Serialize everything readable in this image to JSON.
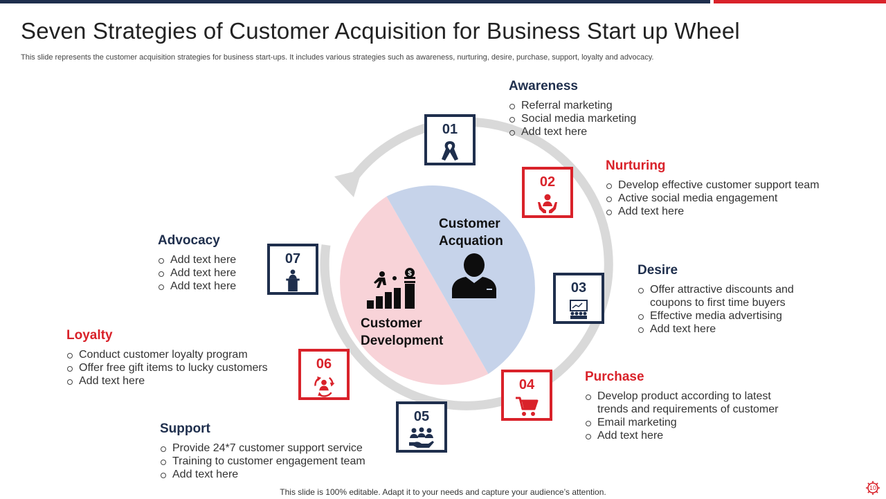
{
  "slide": {
    "title": "Seven Strategies of Customer Acquisition for Business Start up Wheel",
    "subtitle": "This slide represents the customer acquisition strategies for business start-ups. It includes various strategies such as awareness, nurturing, desire, purchase, support, loyalty and advocacy.",
    "footer": "This slide is 100% editable. Adapt it to your needs and capture your audience’s attention.",
    "page_number": "10"
  },
  "colors": {
    "navy": "#1f2f4d",
    "red": "#d9222a",
    "pie_blue": "#c6d3ea",
    "pie_pink": "#f8d3d8",
    "ring_gray": "#d9d9d9"
  },
  "center": {
    "top_label_line1": "Customer",
    "top_label_line2": "Acquation",
    "bottom_label_line1": "Customer",
    "bottom_label_line2": "Development"
  },
  "steps": [
    {
      "number": "01",
      "title": "Awareness",
      "icon": "ribbon-icon",
      "accent": "navy",
      "items": [
        "Referral marketing",
        "Social media marketing",
        "Add text here"
      ]
    },
    {
      "number": "02",
      "title": "Nurturing",
      "icon": "care-hands-icon",
      "accent": "red",
      "items": [
        "Develop effective customer support team",
        "Active social media engagement",
        "Add text here"
      ]
    },
    {
      "number": "03",
      "title": "Desire",
      "icon": "presentation-icon",
      "accent": "navy",
      "items": [
        "Offer attractive discounts and",
        "coupons to first time buyers",
        "Effective media advertising",
        "Add text here"
      ]
    },
    {
      "number": "04",
      "title": "Purchase",
      "icon": "shopping-cart-icon",
      "accent": "red",
      "items": [
        "Develop product according to latest",
        "trends and requirements of customer",
        "Email marketing",
        "Add text here"
      ]
    },
    {
      "number": "05",
      "title": "Support",
      "icon": "team-support-icon",
      "accent": "navy",
      "items": [
        "Provide 24*7 customer support service",
        "Training to customer engagement team",
        "Add text here"
      ]
    },
    {
      "number": "06",
      "title": "Loyalty",
      "icon": "loyalty-cycle-icon",
      "accent": "red",
      "items": [
        "Conduct customer loyalty program",
        "Offer free gift items to lucky customers",
        "Add text here"
      ]
    },
    {
      "number": "07",
      "title": "Advocacy",
      "icon": "speaker-podium-icon",
      "accent": "navy",
      "items": [
        "Add text here",
        "Add text here",
        "Add text here"
      ]
    }
  ]
}
